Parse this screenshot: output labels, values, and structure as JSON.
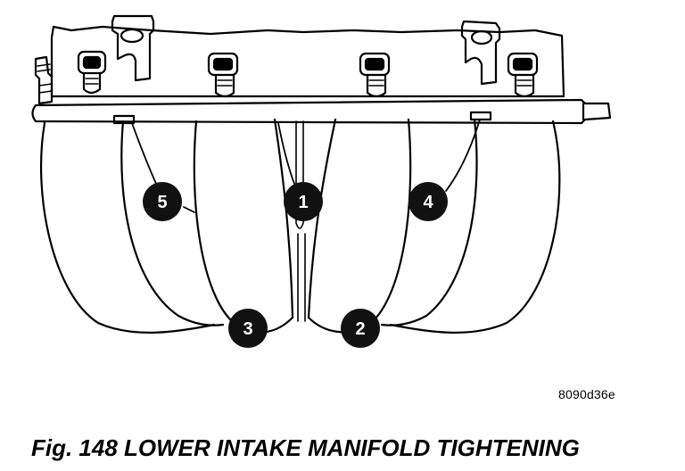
{
  "figure": {
    "caption": "Fig. 148 LOWER INTAKE MANIFOLD TIGHTENING",
    "reference_code": "8090d36e"
  },
  "markers": [
    {
      "id": "marker-1",
      "label": "1"
    },
    {
      "id": "marker-2",
      "label": "2"
    },
    {
      "id": "marker-3",
      "label": "3"
    },
    {
      "id": "marker-4",
      "label": "4"
    },
    {
      "id": "marker-5",
      "label": "5"
    }
  ],
  "colors": {
    "ink": "#000000",
    "paper": "#ffffff",
    "marker_fill": "#111111"
  }
}
